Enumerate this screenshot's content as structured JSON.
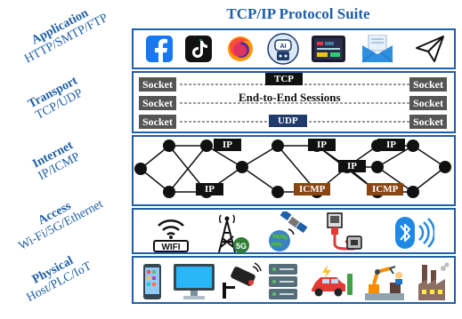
{
  "title": "TCP/IP Protocol Suite",
  "layers": [
    {
      "name": "Application",
      "protocols": "HTTP/SMTP/FTP"
    },
    {
      "name": "Transport",
      "protocols": "TCP/UDP"
    },
    {
      "name": "Internet",
      "protocols": "IP/ICMP"
    },
    {
      "name": "Access",
      "protocols": "Wi-Fi/5G/Ethernet"
    },
    {
      "name": "Physical",
      "protocols": "Host/PLC/IoT"
    }
  ],
  "transport": {
    "socket_label": "Socket",
    "tcp": "TCP",
    "udp": "UDP",
    "sessions": "End-to-End Sessions"
  },
  "internet": {
    "ip_label": "IP",
    "icmp_label": "ICMP"
  },
  "access": {
    "wifi_label": "WIFI",
    "g5_label": "5G"
  },
  "app_icons": [
    "facebook-icon",
    "tiktok-icon",
    "firefox-icon",
    "ai-robot-icon",
    "dashboard-icon",
    "email-icon",
    "send-icon"
  ],
  "physical_icons": [
    "smartphone-icon",
    "monitor-icon",
    "camera-icon",
    "server-icon",
    "ev-car-icon",
    "robot-arm-icon",
    "factory-icon"
  ]
}
